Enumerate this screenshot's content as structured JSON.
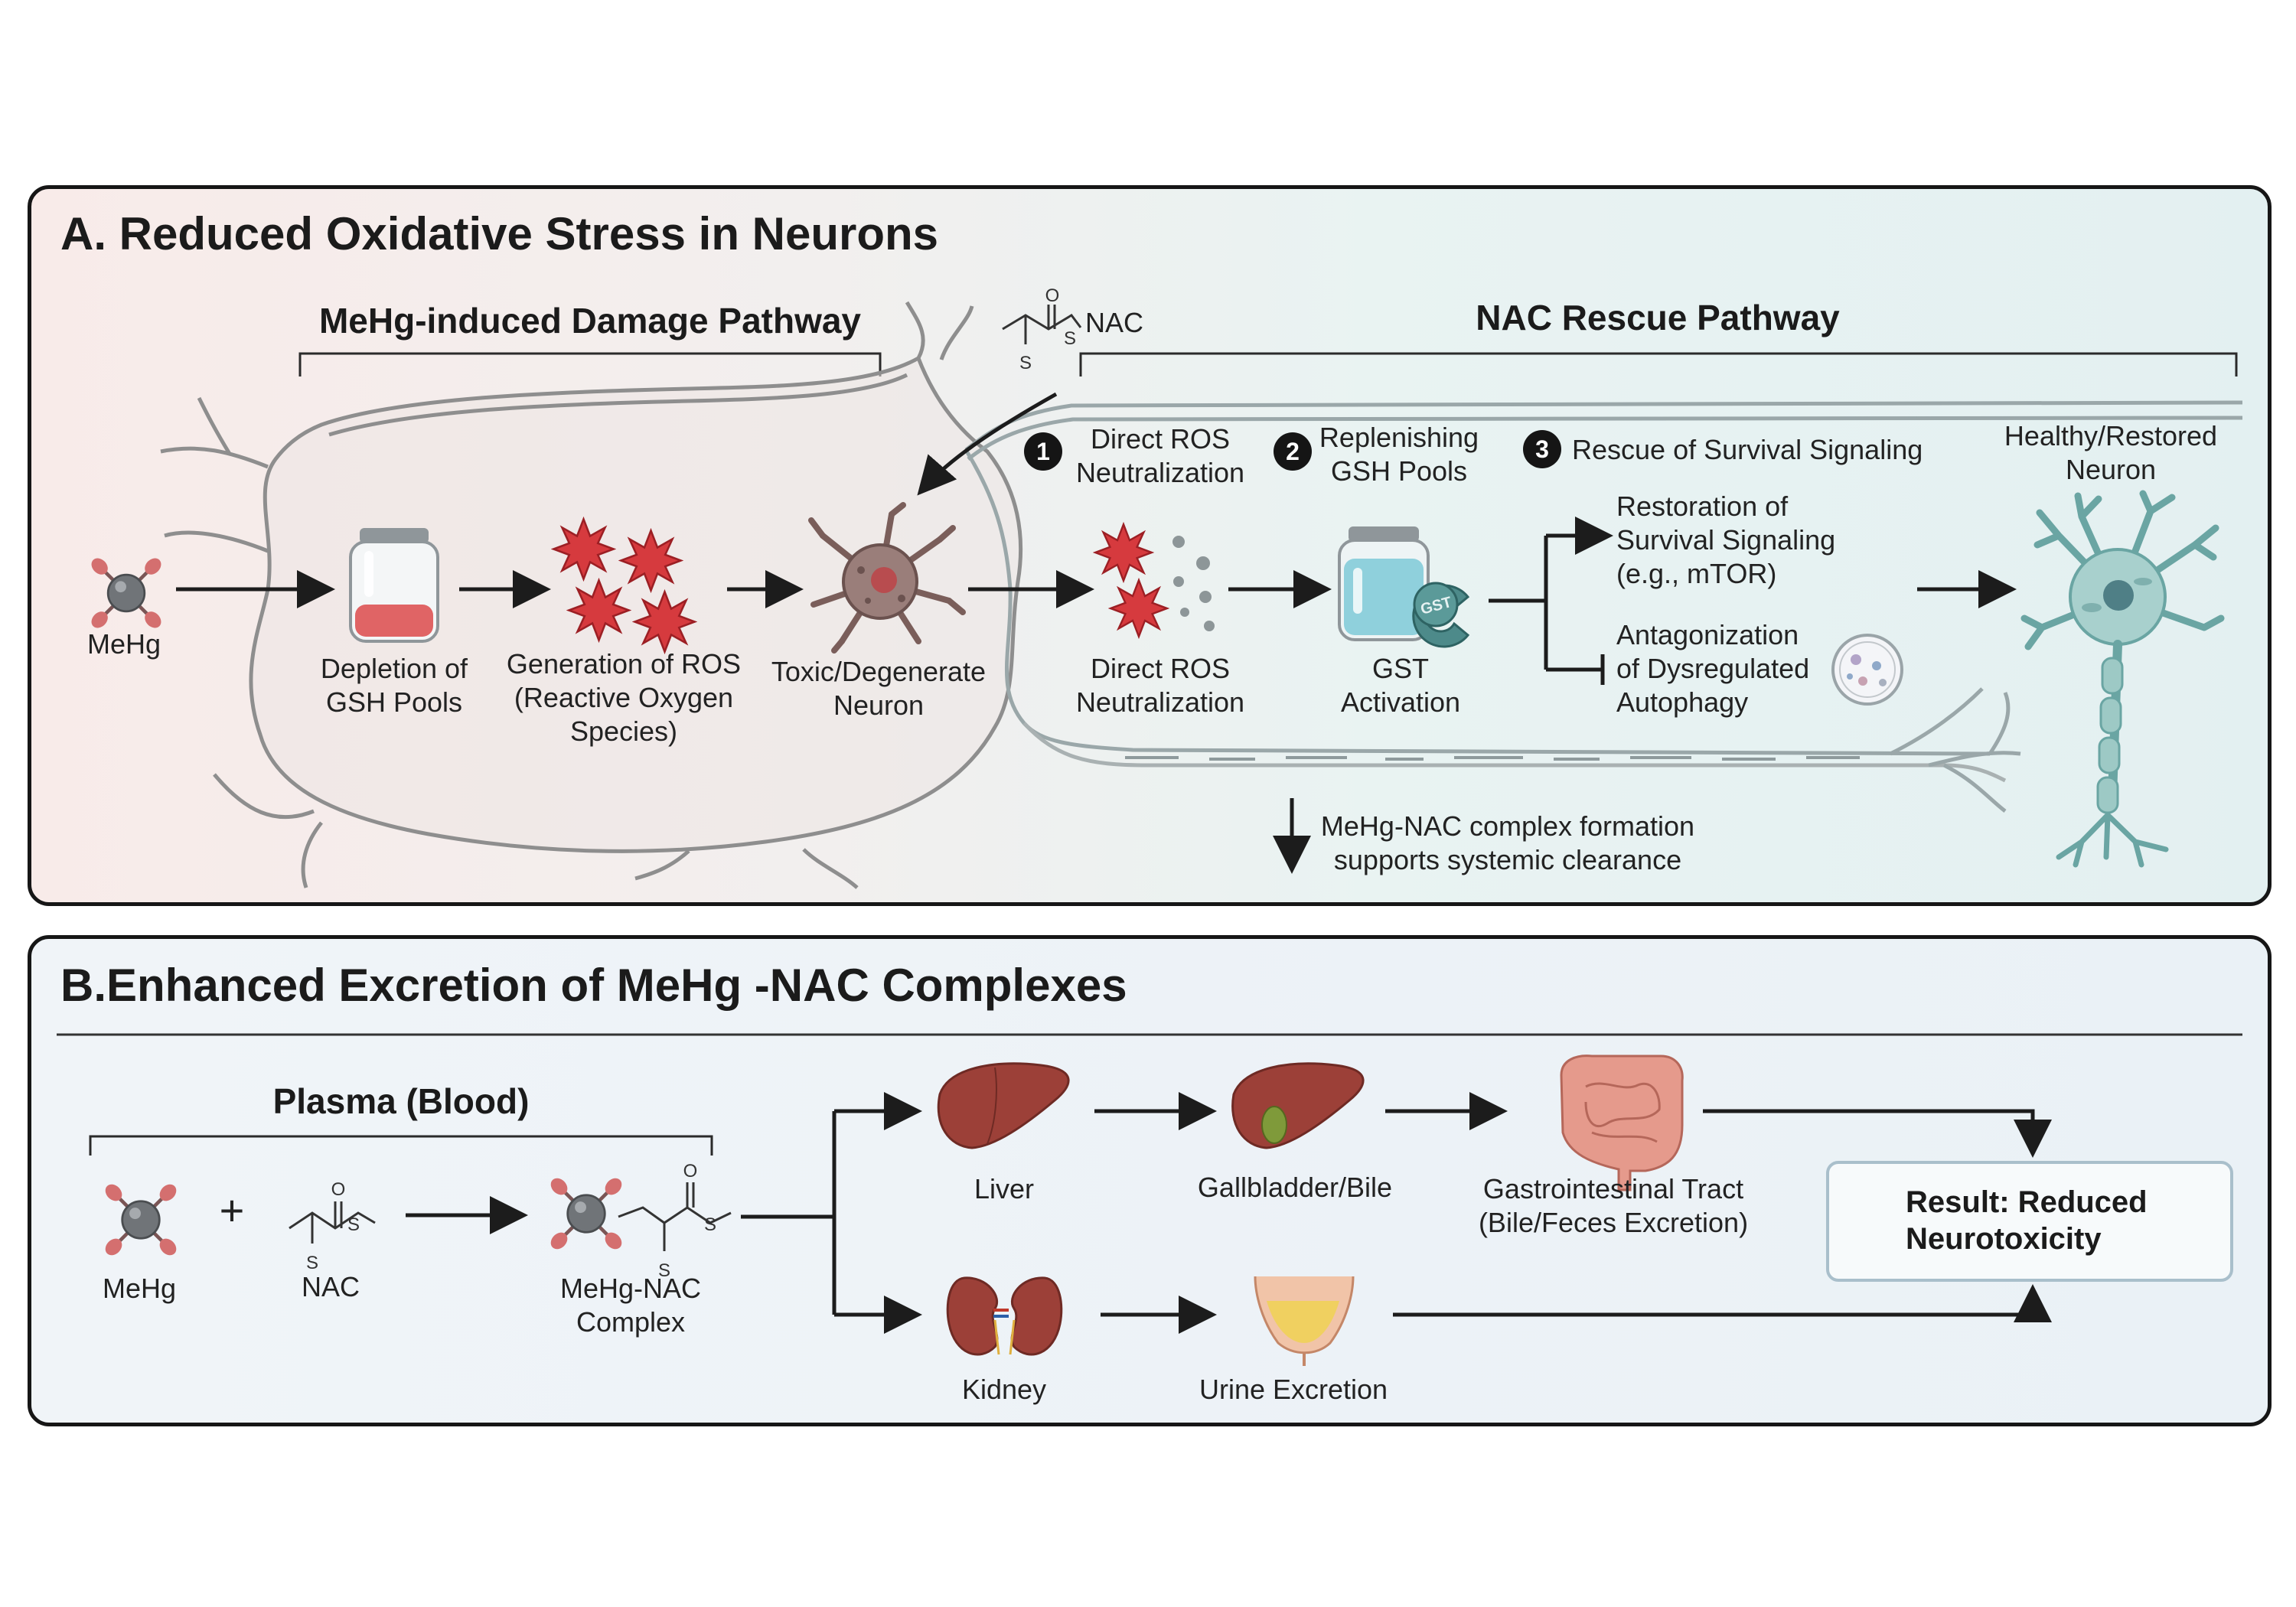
{
  "panel_a": {
    "title": "A. Reduced Oxidative Stress in Neurons",
    "damage_header": "MeHg-induced Damage Pathway",
    "rescue_header": "NAC Rescue Pathway",
    "nac_label": "NAC",
    "chem_s": "S",
    "chem_o": "O",
    "damage_steps": {
      "mehg": "MeHg",
      "gsh_depletion": [
        "Depletion of",
        "GSH Pools"
      ],
      "ros_generation": [
        "Generation of ROS",
        "(Reactive Oxygen",
        "Species)"
      ],
      "toxic_neuron": [
        "Toxic/Degenerate",
        "Neuron"
      ]
    },
    "rescue_mechanisms": [
      {
        "number": "1",
        "label": [
          "Direct ROS",
          "Neutralization"
        ]
      },
      {
        "number": "2",
        "label": [
          "Replenishing",
          "GSH Pools"
        ]
      },
      {
        "number": "3",
        "label": [
          "Rescue of Survival Signaling"
        ]
      }
    ],
    "rescue_steps": {
      "ros_neutralization": [
        "Direct ROS",
        "Neutralization"
      ],
      "gst_activation": [
        "GST",
        "Activation"
      ],
      "gst_tag": "GST",
      "restoration": [
        "Restoration of",
        "Survival Signaling",
        "(e.g., mTOR)"
      ],
      "antagonization": [
        "Antagonization",
        "of Dysregulated",
        "Autophagy"
      ],
      "healthy_neuron": [
        "Healthy/Restored",
        "Neuron"
      ]
    },
    "clearance_note": [
      "MeHg-NAC complex formation",
      "supports systemic clearance"
    ]
  },
  "panel_b": {
    "title": "B.Enhanced Excretion of MeHg -NAC Complexes",
    "plasma_header": "Plasma (Blood)",
    "plus": "+",
    "mehg": "MeHg",
    "nac": "NAC",
    "complex": [
      "MeHg-NAC",
      "Complex"
    ],
    "liver": "Liver",
    "gallbladder": "Gallbladder/Bile",
    "gi_tract": [
      "Gastrointestinal Tract",
      "(Bile/Feces Excretion)"
    ],
    "kidney": "Kidney",
    "urine": "Urine Excretion",
    "result": [
      "Result: Reduced",
      "Neurotoxicity"
    ]
  },
  "colors": {
    "ros_red": "#d63a3e",
    "neuron_teal": "#8fc3c0",
    "organ_red": "#9c4038",
    "check_green": "#2e8b3e"
  }
}
